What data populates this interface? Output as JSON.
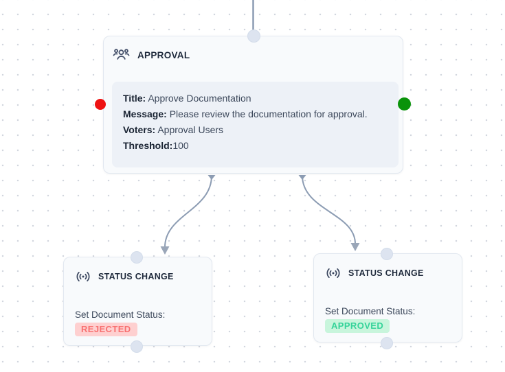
{
  "canvas": {
    "background": "#ffffff",
    "dot_color": "#d2d6de",
    "edge_color": "#8c9cb3",
    "arrow_color": "#9aa6b8"
  },
  "approval_node": {
    "header": "APPROVAL",
    "icon": "users-group-icon",
    "fields": [
      {
        "label": "Title:",
        "value": "Approve Documentation"
      },
      {
        "label": "Message:",
        "value": "Please review the documentation for approval."
      },
      {
        "label": "Voters:",
        "value": "Approval Users"
      },
      {
        "label": "Threshold:",
        "value": "100"
      }
    ],
    "input_handle_color": "#ee1212",
    "output_handle_color": "#0a930a"
  },
  "status_nodes": [
    {
      "header": "STATUS CHANGE",
      "icon": "broadcast-icon",
      "text": "Set Document Status:",
      "badge": "REJECTED",
      "badge_bg": "#fed0d0",
      "badge_text_color": "#f87171"
    },
    {
      "header": "STATUS CHANGE",
      "icon": "broadcast-icon",
      "text": "Set Document Status:",
      "badge": "APPROVED",
      "badge_bg": "#c8f5dc",
      "badge_text_color": "#34d399"
    }
  ]
}
